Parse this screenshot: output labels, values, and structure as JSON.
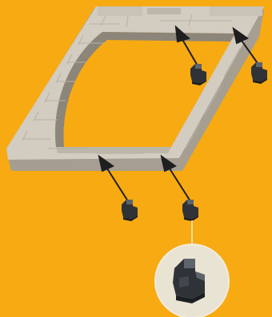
{
  "colors": {
    "background": "#F7AA12",
    "frame_top": "#D2CCC1",
    "frame_side": "#A59E91",
    "frame_shadow": "#8C8579",
    "brick_line": "#B8B1A5",
    "clip_dark": "#2F3338",
    "clip_light": "#5E646B",
    "arrow": "#1F1F1F",
    "callout_fill": "#E9E3D3",
    "callout_line": "#F4EBDD"
  },
  "illustration": {
    "subject": "stone-tile-window-frame",
    "clip_count": 4,
    "arrow_count": 4,
    "has_magnified_callout": true
  }
}
